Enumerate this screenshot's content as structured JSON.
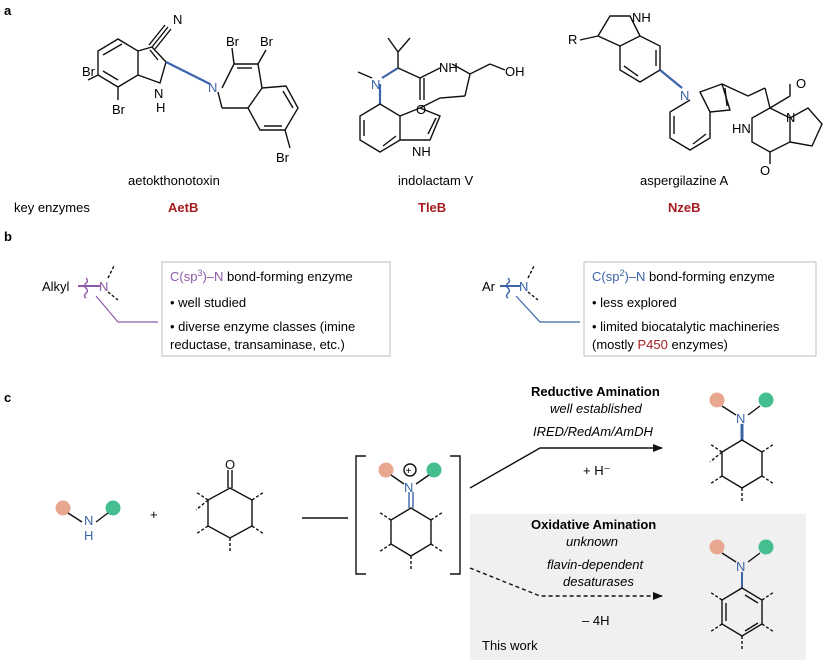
{
  "colors": {
    "nitrogen_blue": "#3a63a8",
    "enzyme_red": "#a51d21",
    "alkyl_purple": "#8e5aa8",
    "salmon_sub": "#e8a890",
    "green_sub": "#45bf8f",
    "shaded_bg": "#f0f0f0",
    "box_border": "#c8c8c8"
  },
  "panel_a": {
    "letter": "a",
    "atoms": {
      "br": "Br",
      "n": "N",
      "h": "H",
      "nh": "NH",
      "oh": "OH",
      "o": "O",
      "hn": "HN",
      "r": "R"
    },
    "compounds": [
      {
        "name": "aetokthonotoxin",
        "enzyme": "AetB"
      },
      {
        "name": "indolactam V",
        "enzyme": "TleB"
      },
      {
        "name": "aspergilazine A",
        "enzyme": "NzeB"
      }
    ],
    "key_enzymes_label": "key enzymes"
  },
  "panel_b": {
    "letter": "b",
    "left": {
      "substituent": "Alkyl",
      "atom": "N",
      "box_title_pre": "C(sp",
      "box_title_sup": "3",
      "box_title_mid": ")–N",
      "box_title_post": " bond-forming enzyme",
      "bullet1": "• well studied",
      "bullet2a": "• diverse enzyme classes (imine",
      "bullet2b": "reductase, transaminase, etc.)"
    },
    "right": {
      "substituent": "Ar",
      "atom": "N",
      "box_title_pre": "C(sp",
      "box_title_sup": "2",
      "box_title_mid": ")–N",
      "box_title_post": " bond-forming enzyme",
      "bullet1": "• less explored",
      "bullet2a": "• limited biocatalytic machineries",
      "bullet2b_pre": "(mostly ",
      "bullet2b_highlight": "P450",
      "bullet2b_post": " enzymes)"
    }
  },
  "panel_c": {
    "letter": "c",
    "amine": {
      "n": "N",
      "h": "H"
    },
    "plus": "+",
    "ketone_o": "O",
    "iminium": {
      "n": "N",
      "charge": "+"
    },
    "top_route": {
      "title": "Reductive Amination",
      "subtitle": "well established",
      "enzymes": "IRED/RedAm/AmDH",
      "reagent": "+ H⁻",
      "product_n": "N"
    },
    "bottom_route": {
      "title": "Oxidative Amination",
      "subtitle": "unknown",
      "enzymes_line1": "flavin-dependent",
      "enzymes_line2": "desaturases",
      "reagent": "– 4H",
      "product_n": "N",
      "footer": "This work"
    }
  }
}
